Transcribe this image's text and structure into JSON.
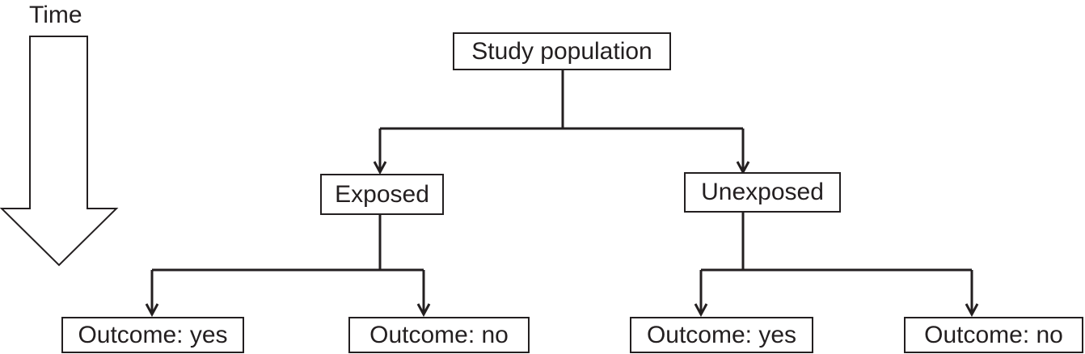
{
  "time_label": "Time",
  "nodes": {
    "root": "Study population",
    "exposed": "Exposed",
    "unexposed": "Unexposed",
    "exposed_outcome_yes": "Outcome: yes",
    "exposed_outcome_no": "Outcome: no",
    "unexposed_outcome_yes": "Outcome: yes",
    "unexposed_outcome_no": "Outcome: no"
  },
  "colors": {
    "stroke": "#231f20",
    "background": "#ffffff"
  }
}
